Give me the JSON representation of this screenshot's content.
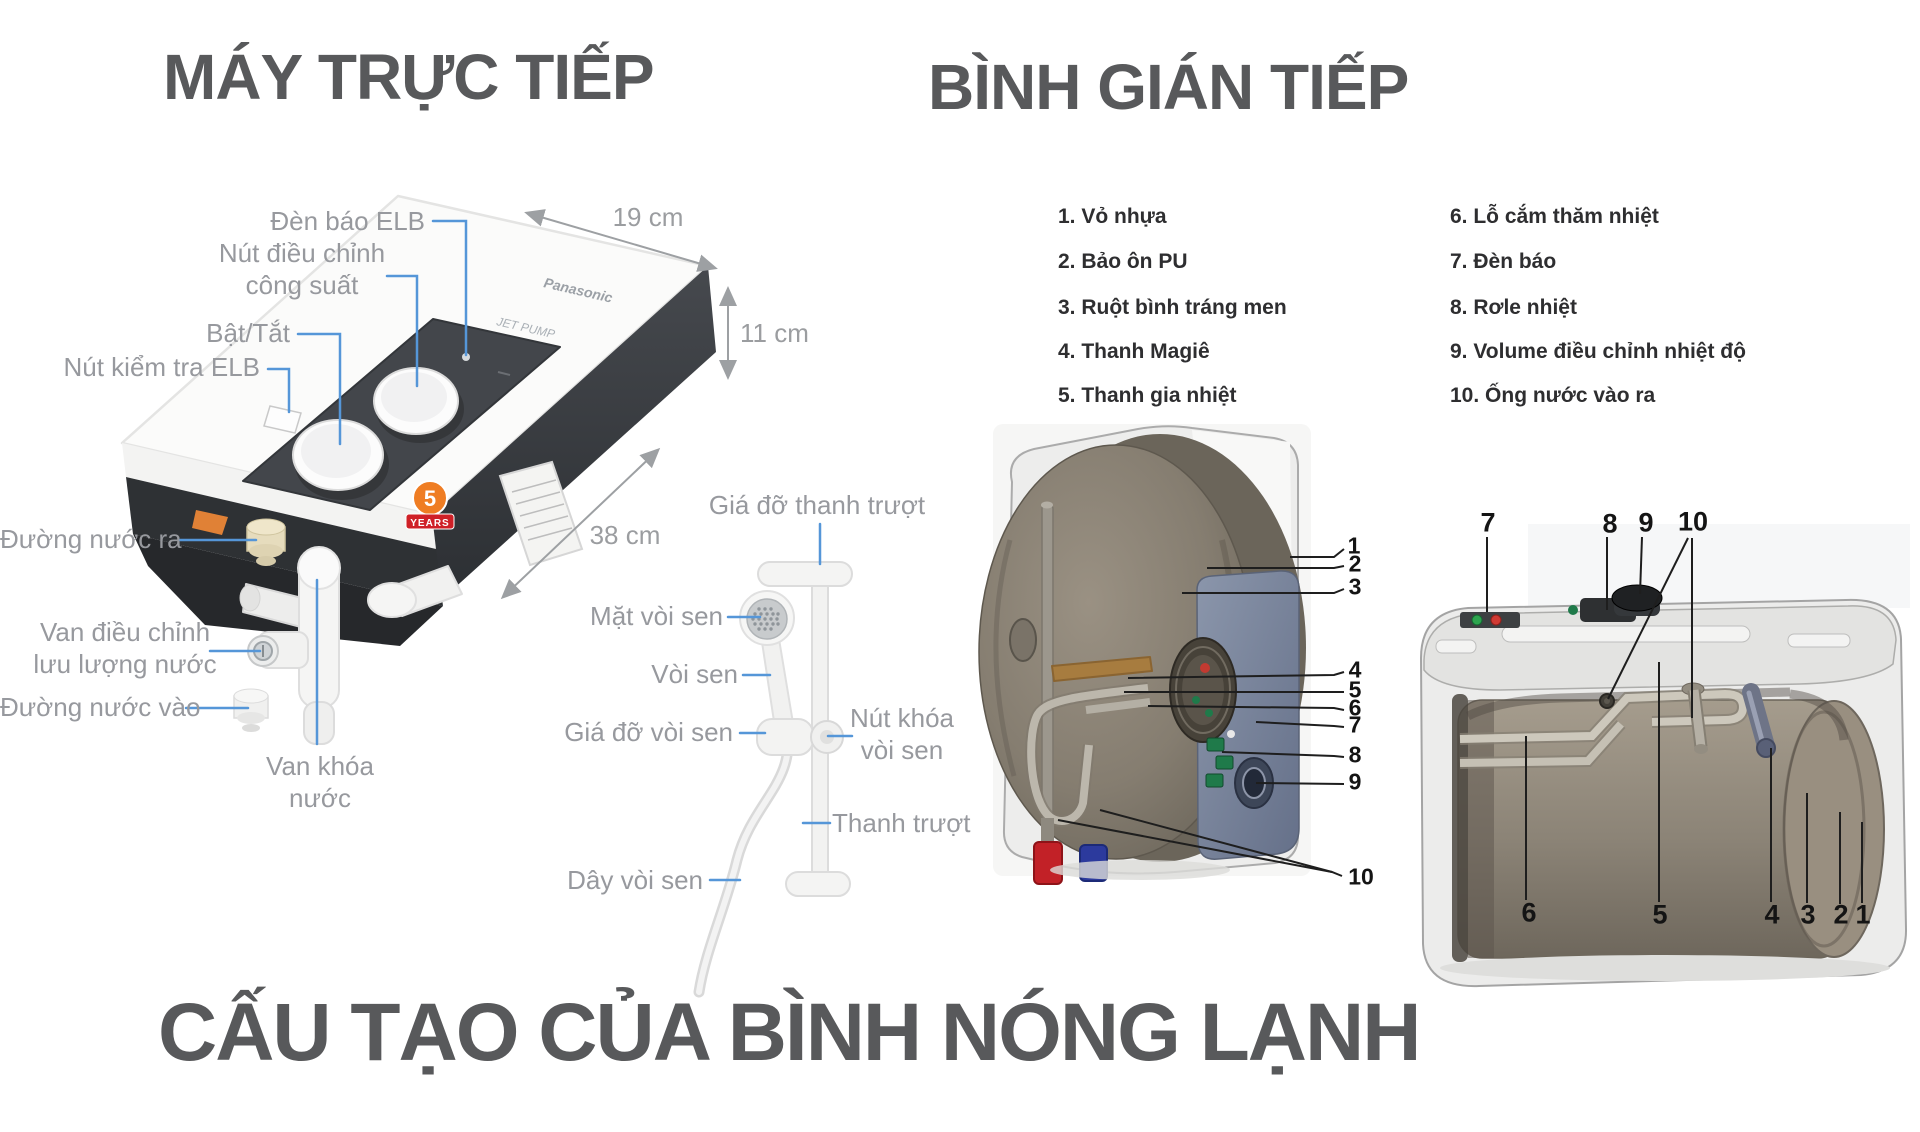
{
  "titles": {
    "left": "MÁY TRỰC TIẾP",
    "right": "BÌNH GIÁN TIẾP",
    "bottom": "CẤU TẠO CỦA BÌNH NÓNG LẠNH"
  },
  "colors": {
    "title_gray": "#58595b",
    "label_gray": "#97999e",
    "pointer_blue": "#5596d8",
    "callout_black": "#1e1e1e",
    "list_text": "#2e2e30",
    "hot_cap_red": "#c22127",
    "cold_cap_blue": "#2c3a9d"
  },
  "direct": {
    "device": {
      "brand": "Panasonic",
      "model": "JET PUMP",
      "badge_number": "5",
      "badge_text": "YEARS"
    },
    "dims": {
      "width": "19 cm",
      "height": "11 cm",
      "length": "38 cm"
    },
    "labels": {
      "elb_light": "Đèn báo ELB",
      "power_1": "Nút điều chỉnh",
      "power_2": "công suất",
      "onoff": "Bật/Tắt",
      "elb_test": "Nút kiểm tra ELB",
      "water_out": "Đường nước ra",
      "flow_1": "Van điều chỉnh",
      "flow_2": "lưu lượng nước",
      "water_in": "Đường nước vào",
      "lock_1": "Van khóa",
      "lock_2": "nước"
    }
  },
  "shower": {
    "labels": {
      "rail_bracket": "Giá đỡ thanh trượt",
      "face": "Mặt vòi sen",
      "head": "Vòi sen",
      "holder": "Giá đỡ vòi sen",
      "lock_1": "Nút khóa",
      "lock_2": "vòi sen",
      "rail": "Thanh trượt",
      "hose": "Dây vòi sen"
    }
  },
  "indirect": {
    "parts_col1": [
      "1. Vỏ nhựa",
      "2. Bảo ôn PU",
      "3. Ruột bình tráng men",
      "4. Thanh Magiê",
      "5. Thanh gia nhiệt"
    ],
    "parts_col2": [
      "6. Lỗ cắm thăm nhiệt",
      "7. Đèn báo",
      "8. Rơle nhiệt",
      "9. Volume điều chỉnh nhiệt độ",
      "10. Ống nước vào ra"
    ],
    "front_callouts": [
      "1",
      "2",
      "3",
      "4",
      "5",
      "6",
      "7",
      "8",
      "9",
      "10"
    ],
    "side_top": [
      "7",
      "8",
      "9",
      "10"
    ],
    "side_bottom": [
      "6",
      "5",
      "4",
      "3",
      "2",
      "1"
    ]
  }
}
